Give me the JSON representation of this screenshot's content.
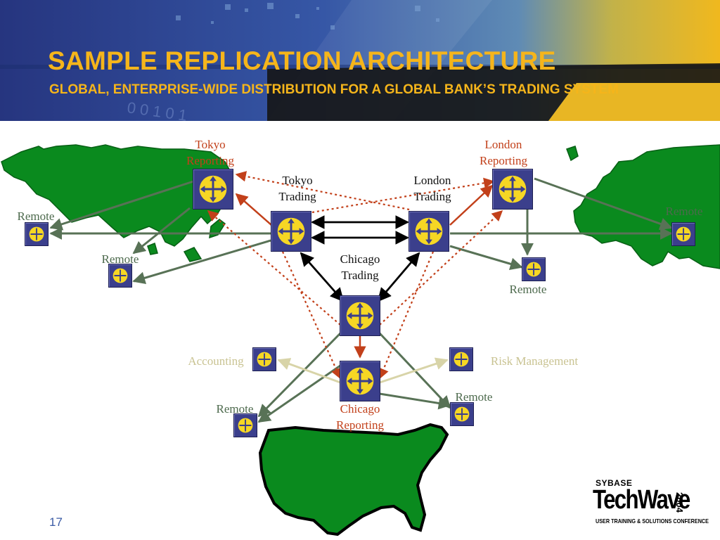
{
  "slide": {
    "title": "SAMPLE REPLICATION ARCHITECTURE",
    "subtitle": "GLOBAL, ENTERPRISE-WIDE DISTRIBUTION FOR A GLOBAL BANK’S TRADING SYSTEM",
    "page_number": "17"
  },
  "header_background": {
    "binary_digits": "0 0 1 0 1",
    "colors": {
      "blue": "#2c3d8f",
      "dark_band": "#151515",
      "gold": "#e9b72c",
      "title_text": "#f5b51b"
    }
  },
  "diagram": {
    "colors": {
      "node_fill": "#3b3f8c",
      "node_symbol": "#f6d724",
      "red_label": "#c2401a",
      "green_link": "#587256",
      "tan_link": "#d8d4a8",
      "map_fill": "#0a8a1e"
    },
    "maps": [
      "asia-map",
      "europe-map",
      "usa-map"
    ],
    "labels": {
      "tokyo_reporting": "Tokyo\nReporting",
      "london_reporting": "London\nReporting",
      "tokyo_trading": "Tokyo\nTrading",
      "london_trading": "London\nTrading",
      "chicago_trading": "Chicago\nTrading",
      "chicago_reporting": "Chicago\nReporting",
      "remote_asia_left": "Remote",
      "remote_asia_low": "Remote",
      "remote_europe_right": "Remote",
      "remote_europe_low": "Remote",
      "remote_us_left": "Remote",
      "remote_us_right": "Remote",
      "accounting": "Accounting",
      "risk_management": "Risk Management"
    }
  },
  "logo": {
    "brand": "SYBASE",
    "name": "TechWave",
    "year": "2004",
    "tagline": "USER TRAINING & SOLUTIONS CONFERENCE"
  }
}
